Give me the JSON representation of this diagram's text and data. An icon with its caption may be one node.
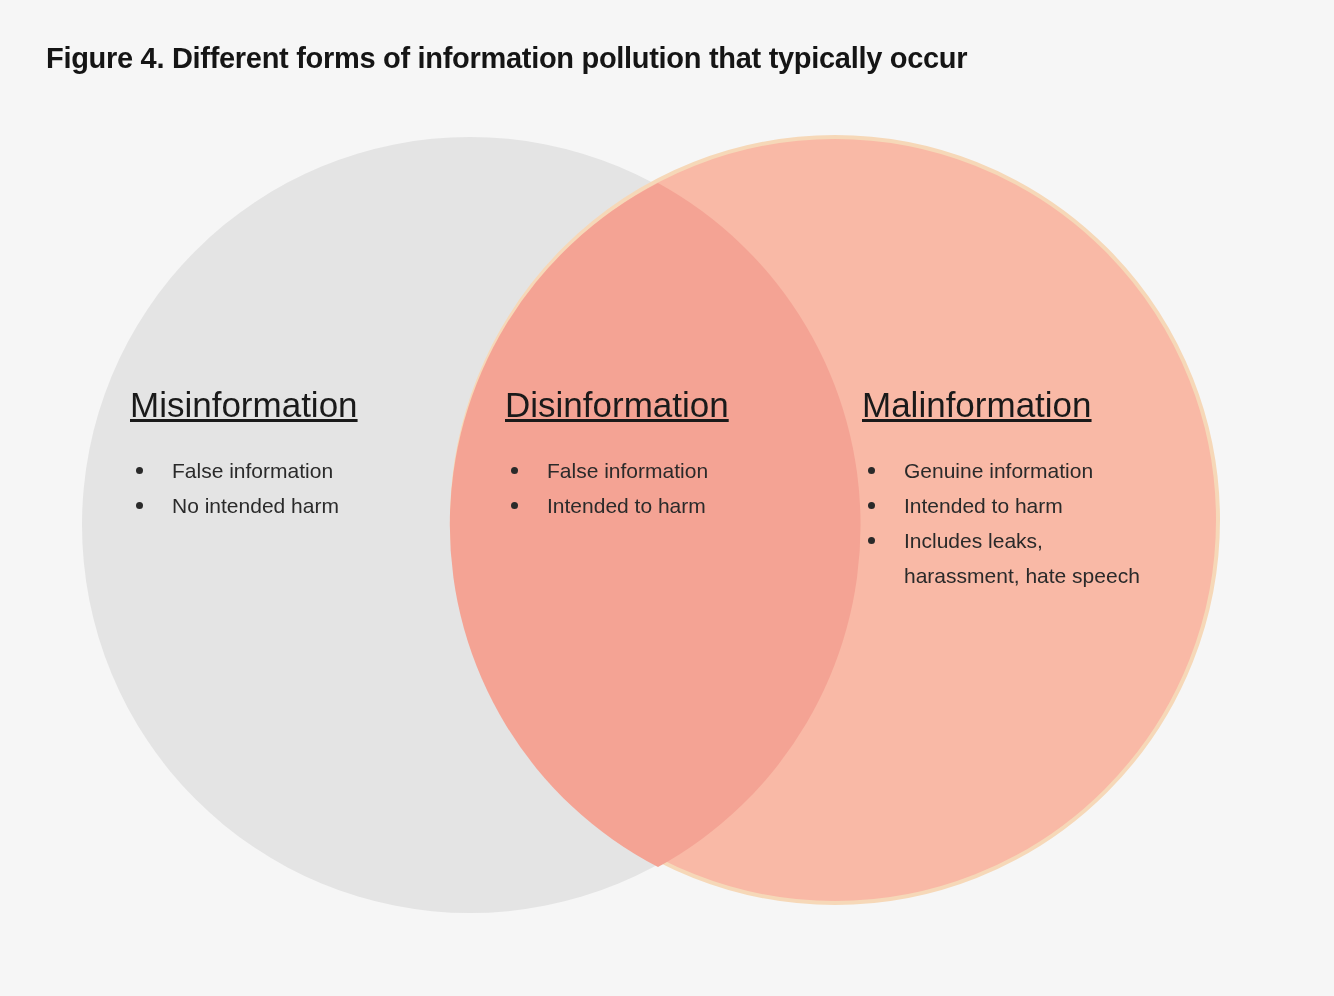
{
  "diagram": {
    "title": "Figure 4. Different forms of information pollution that typically occur",
    "nodes": [
      {
        "text": [
          "Misinformation",
          "False information",
          "No intended harm"
        ]
      },
      {
        "text": [
          "Malinformation",
          "Genuine information",
          "Intended to harm",
          "Includes leaks, harassment, hate speech"
        ]
      },
      {
        "text": [
          "Disinformation",
          "False information",
          "Intended to harm"
        ]
      }
    ]
  }
}
